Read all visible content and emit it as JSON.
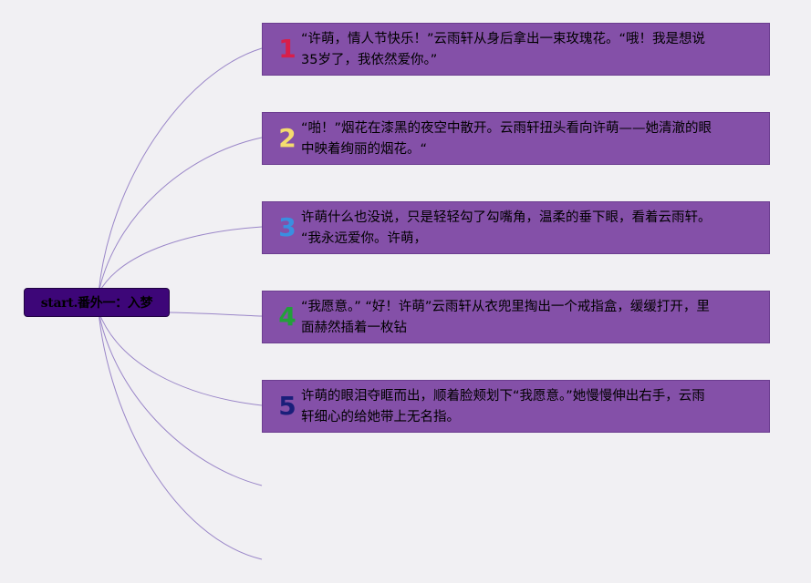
{
  "root": {
    "label": "start.番外一：入梦"
  },
  "items": [
    {
      "number": "1",
      "color": "#d81e4a",
      "text": "“许萌，情人节快乐！”云雨轩从身后拿出一束玫瑰花。“哦！我是想说\n35岁了，我依然爱你。”"
    },
    {
      "number": "2",
      "color": "#f4dc6e",
      "text": "“啪！”烟花在漆黑的夜空中散开。云雨轩扭头看向许萌——她清澈的眼\n中映着绚丽的烟花。“"
    },
    {
      "number": "3",
      "color": "#3a8fe0",
      "text": "许萌什么也没说，只是轻轻勾了勾嘴角，温柔的垂下眼，看着云雨轩。\n“我永远爱你。许萌，"
    },
    {
      "number": "4",
      "color": "#22a03a",
      "text": "“我愿意。” “好！许萌”云雨轩从衣兜里掏出一个戒指盒，缓缓打开，里\n面赫然插着一枚钻"
    },
    {
      "number": "5",
      "color": "#1a1f7a",
      "text": "许萌的眼泪夺眶而出，顺着脸颊划下“我愿意。”她慢慢伸出右手，云雨\n轩细心的给她带上无名指。"
    }
  ],
  "colors": {
    "background": "#f1f0f3",
    "root_fill": "#3d0678",
    "node_fill": "#8450a8",
    "connector": "#9a86c8"
  }
}
